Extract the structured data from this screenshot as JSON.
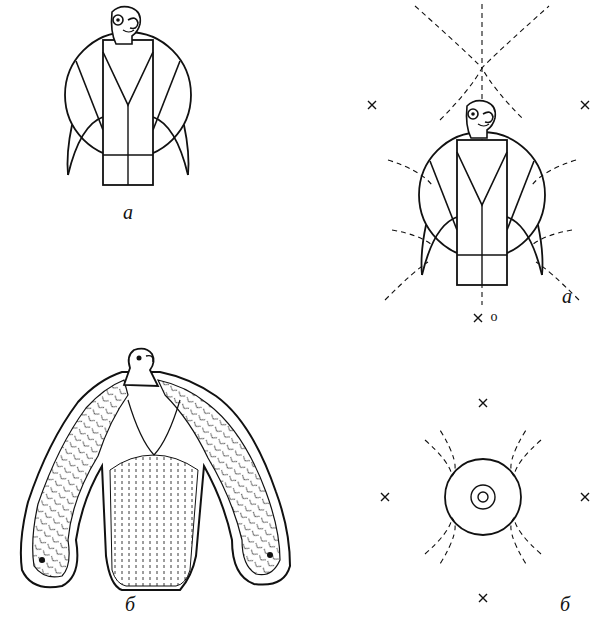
{
  "diagram": {
    "labels": [
      "а",
      "а",
      "о",
      "б",
      "б"
    ]
  }
}
